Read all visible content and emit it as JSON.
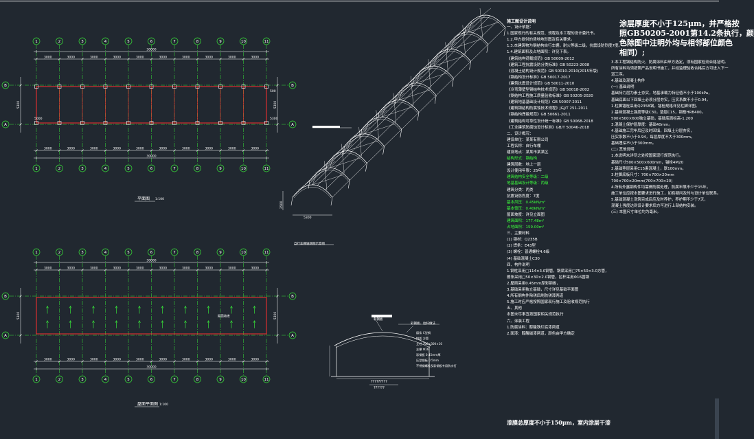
{
  "plan1": {
    "axes_top": [
      "1",
      "2",
      "3",
      "4",
      "5",
      "6",
      "7",
      "8",
      "9",
      "10",
      "11"
    ],
    "axes_side": [
      "B",
      "A"
    ],
    "span_dim": "3000",
    "total_dim": "30000",
    "width_dim": "5300",
    "label_left_a": "5000",
    "label_right_a": "5300",
    "label_right_b": "500",
    "title": "平面图",
    "scale": "1:100"
  },
  "plan2": {
    "axes_top": [
      "1",
      "2",
      "3",
      "4",
      "5",
      "6",
      "7",
      "8",
      "9",
      "10",
      "11"
    ],
    "axes_side": [
      "B",
      "A"
    ],
    "span_dim": "3000",
    "total_dim": "30000",
    "width_dim": "5300",
    "center_label": "屋面坡度",
    "title": "屋面平面图",
    "scale": "1:100"
  },
  "iso": {
    "title": "自行车棚轴测图示意图",
    "width_dim": "5300",
    "height_dim": "2500"
  },
  "section": {
    "label_top": "彩钢板",
    "legend_title": "彩钢板、拉杆做法",
    "legend_lines": [
      "檩条  C型钢",
      "拱架  方管",
      "立柱  300×300×10",
      "支撑  Φ16",
      "彩钢板 0.45mm厚",
      "压型钢板 0.5mm",
      "不锈钢螺栓及彩钢板专用防水钉"
    ],
    "bottom_label": "?????????",
    "bottom_sub": "??????"
  },
  "notes": {
    "heading": "施工图设计说明",
    "lines": [
      "一、设计依据：",
      "1.国家现行的有关规范、规程及本工程的设计委托书。",
      "1.2.甲方提供的场地地形图及有关要求。",
      "1.3.本建筑物为钢结构自行车棚，耐火等级二级，抗震设防烈度7度。",
      "1.4.建筑面积及占地面积：详见下表。",
      "《建筑结构荷载规范》GB 50009-2012",
      "《建筑工程抗震设防分类标准》GB 50223-2008",
      "《混凝土结构设计规范》GB 50010-2010(2015年版)",
      "《钢结构设计标准》GB 50017-2017",
      "《建筑抗震设计规范》GB 50011-2010",
      "《冷弯薄壁型钢结构技术规范》GB 50018-2002",
      "《钢结构工程施工质量验收标准》GB 50205-2020",
      "《建筑地基基础设计规范》GB 50007-2011",
      "《建筑钢结构防腐蚀技术规程》JGJ/T 251-2011",
      "《钢结构焊接规范》GB 50661-2011",
      "《建筑结构可靠性设计统一标准》GB 50068-2018",
      "《工业建筑防腐蚀设计标准》GB/T 50046-2018",
      "二、设计概况：",
      "建设单位：某某有限公司",
      "工程名称：自行车棚",
      "建设地点：某某市某某区",
      "结构形式：钢结构",
      "建筑层数：地上一层",
      "设计使用年限：25年",
      "建筑结构安全等级：二级",
      "地基基础设计等级：丙级",
      "建筑分类：丙类",
      "抗震设防烈度：7度",
      "基本风压：0.45kN/m²",
      "基本雪压：0.40kN/m²",
      "屋面坡度：详见立面图",
      "建筑面积：177.48m²",
      "占地面积：159.00m²",
      "三、主要材料",
      "(1) 钢材：Q235B",
      "(2) 焊条：E43型",
      "(3) 螺栓：普通螺栓4.6级",
      "(4) 基础混凝土C30",
      "四、构件说明",
      "1.钢柱采用□114×3.0钢管，钢梁采用□75×50×3.0方管，",
      "  檩条采用□50×30×2.0钢管，拉杆采用Φ16圆钢",
      "2.屋面采用0.45mm厚彩钢板，",
      "3.基础采用独立基础，尺寸详见基础平面图",
      "4.所有钢构件除锈后刷防锈漆两道",
      "5.施工时应严格按照国家现行施工及验收规范执行",
      "五、其他",
      "本图未尽事宜按国家相关规范执行",
      "六、涂装工程",
      "1.防腐涂料：醇酸铁红底漆两道",
      "2.面漆：醇酸磁漆两道，颜色由甲方确定",
      "漆膜总厚度不小于150μm，室内涂层干漆"
    ],
    "green_lines": [
      21,
      24,
      25,
      28,
      29,
      31,
      32
    ],
    "bottom_big": "漆膜总厚度不小于150μm，室内涂层干漆"
  },
  "notes2": {
    "big": [
      "涂层厚度不小于125μm，并严格按",
      "照GB50205-2001第14.2条执行，颜",
      "色除图中注明外均与相邻部位颜色",
      "相同）;"
    ],
    "lines": [
      "3.本工程钢结构防火、防腐涂料由甲方选定，须有国家检测合格证明。",
      "所有涂料均须按照产品说明书施工，并经监理验收合格后方可进入下一",
      "道工序。",
      "4.基础及混凝土构件",
      "(一) 基础说明",
      "基础持力层为素土夯实，地基承载力特征值不小于100kPa，",
      "基础底面以下回填土必须分层夯实，压实系数不小于0.94。",
      "1.柱脚锚栓采用Q235B钢，锚栓规格详见柱脚详图。",
      "2.基础混凝土强度等级C30，垫层C15，钢筋HRB400。",
      "  500×500×600独立基础，基础底面标高-1.200",
      "3.混凝土保护层厚度：基础40mm。",
      "4.基础施工完毕后应及时回填，回填土分层夯实，",
      "  压实系数不小于0.94，每层厚度不大于300mm。",
      "  基础埋深不小于300mm。",
      "(二) 其他说明",
      "1.本说明未详尽之处按国家现行规范执行。",
      "  基础尺寸500×500×600mm，锚栓4M20",
      "2.基础垫层采用C15素混凝土，厚100mm。",
      "3.柱脚底板尺寸：700×700×20mm",
      "  700×700×20mm(700×700×20)",
      "4.所有外露钢构件均需做防腐处理，防腐年限不少于15年，",
      "  施工单位应按本图要求进行施工，如有疑问及时与设计单位联系。",
      "5.基础混凝土浇筑完成后应及时养护，养护期不少于7天，",
      "  混凝土强度达到设计要求后方可进行上部结构安装。",
      "(三) 本图尺寸单位均为毫米。"
    ],
    "colors": {
      "bg": "#212830",
      "line": "#ffffff",
      "axis": "#39e639",
      "red": "#ff3030",
      "green": "#3cff3c"
    }
  }
}
